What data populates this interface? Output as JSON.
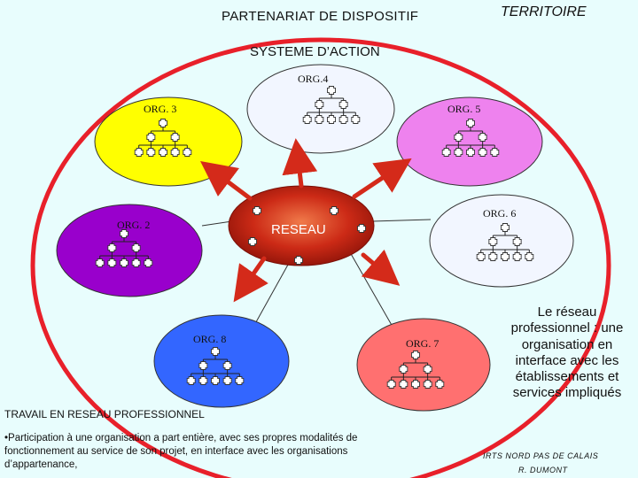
{
  "title_left": "PARTENARIAT DE DISPOSITIF",
  "title_right": "TERRITOIRE",
  "subtitle": "SYSTEME D’ACTION",
  "center_label": "RESEAU",
  "organizations": [
    {
      "id": "org4",
      "label": "ORG.4",
      "color": "#f2f6ff"
    },
    {
      "id": "org3",
      "label": "ORG. 3",
      "color": "#ffff00"
    },
    {
      "id": "org5",
      "label": "ORG. 5",
      "color": "#ee82ee"
    },
    {
      "id": "org2",
      "label": "ORG.  2",
      "color": "#9900cc"
    },
    {
      "id": "org6",
      "label": "ORG. 6",
      "color": "#f2f6ff"
    },
    {
      "id": "org8",
      "label": "ORG. 8",
      "color": "#3366ff"
    },
    {
      "id": "org7",
      "label": "ORG. 7",
      "color": "#ff7070"
    }
  ],
  "side_note": "Le réseau professionnel : une organisation en interface avec les établissements et services impliqués",
  "credit_line1": "IRTS NORD PAS DE CALAIS",
  "credit_line2": "R. DUMONT",
  "bottom_title": "TRAVAIL EN RESEAU PROFESSIONNEL",
  "bottom_text": "•Participation à une organisation a part entière, avec ses propres modalités de fonctionnement au service de son projet, en interface avec les organisations d’appartenance,",
  "colors": {
    "big_ellipse": "#e8202a",
    "reseau": "#cc2a16",
    "arrow": "#d42a1a",
    "node_fill": "#ffffff",
    "line": "#333333"
  }
}
